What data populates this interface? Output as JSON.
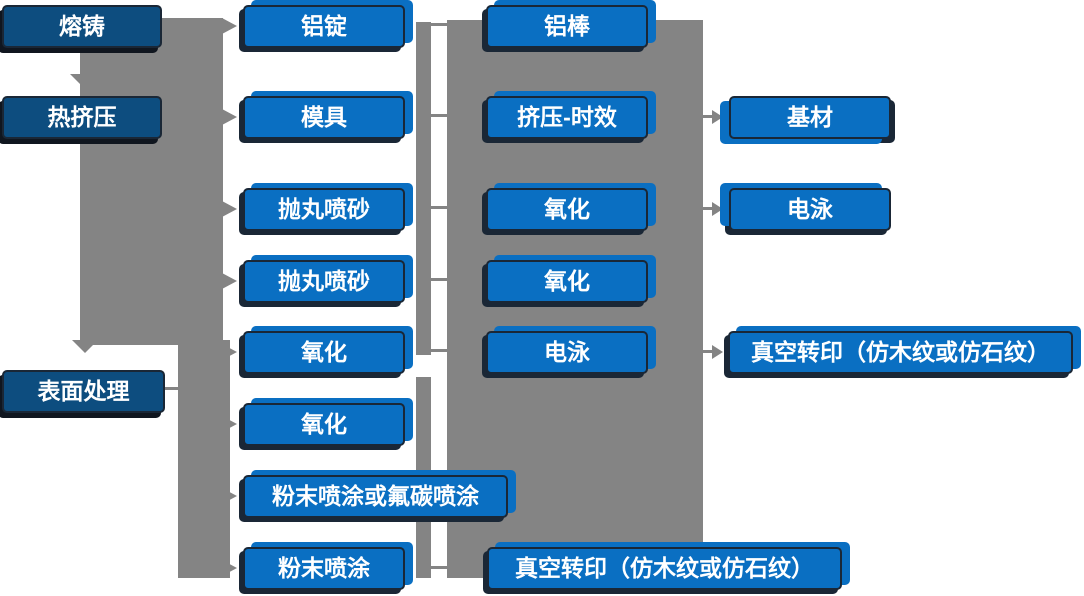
{
  "flowchart": {
    "description": "aluminum profile production process flow",
    "stage_column": [
      "熔铸",
      "热挤压",
      "表面处理"
    ],
    "prep_column": [
      "铝锭",
      "模具",
      "抛丸喷砂",
      "抛丸喷砂",
      "氧化",
      "氧化",
      "粉末喷涂或氟碳喷涂",
      "粉末喷涂"
    ],
    "process_column": [
      "铝棒",
      "挤压-时效",
      "氧化",
      "氧化",
      "电泳",
      "真空转印（仿木纹或仿石纹）"
    ],
    "output_column": [
      "基材",
      "电泳",
      "真空转印（仿木纹或仿石纹）"
    ],
    "colors": {
      "box_blue": "#0a6fc2",
      "box_navy": "#0d4d7f",
      "box_border": "#1a2736",
      "connector_gray": "#848484",
      "text_white": "#ffffff"
    }
  }
}
